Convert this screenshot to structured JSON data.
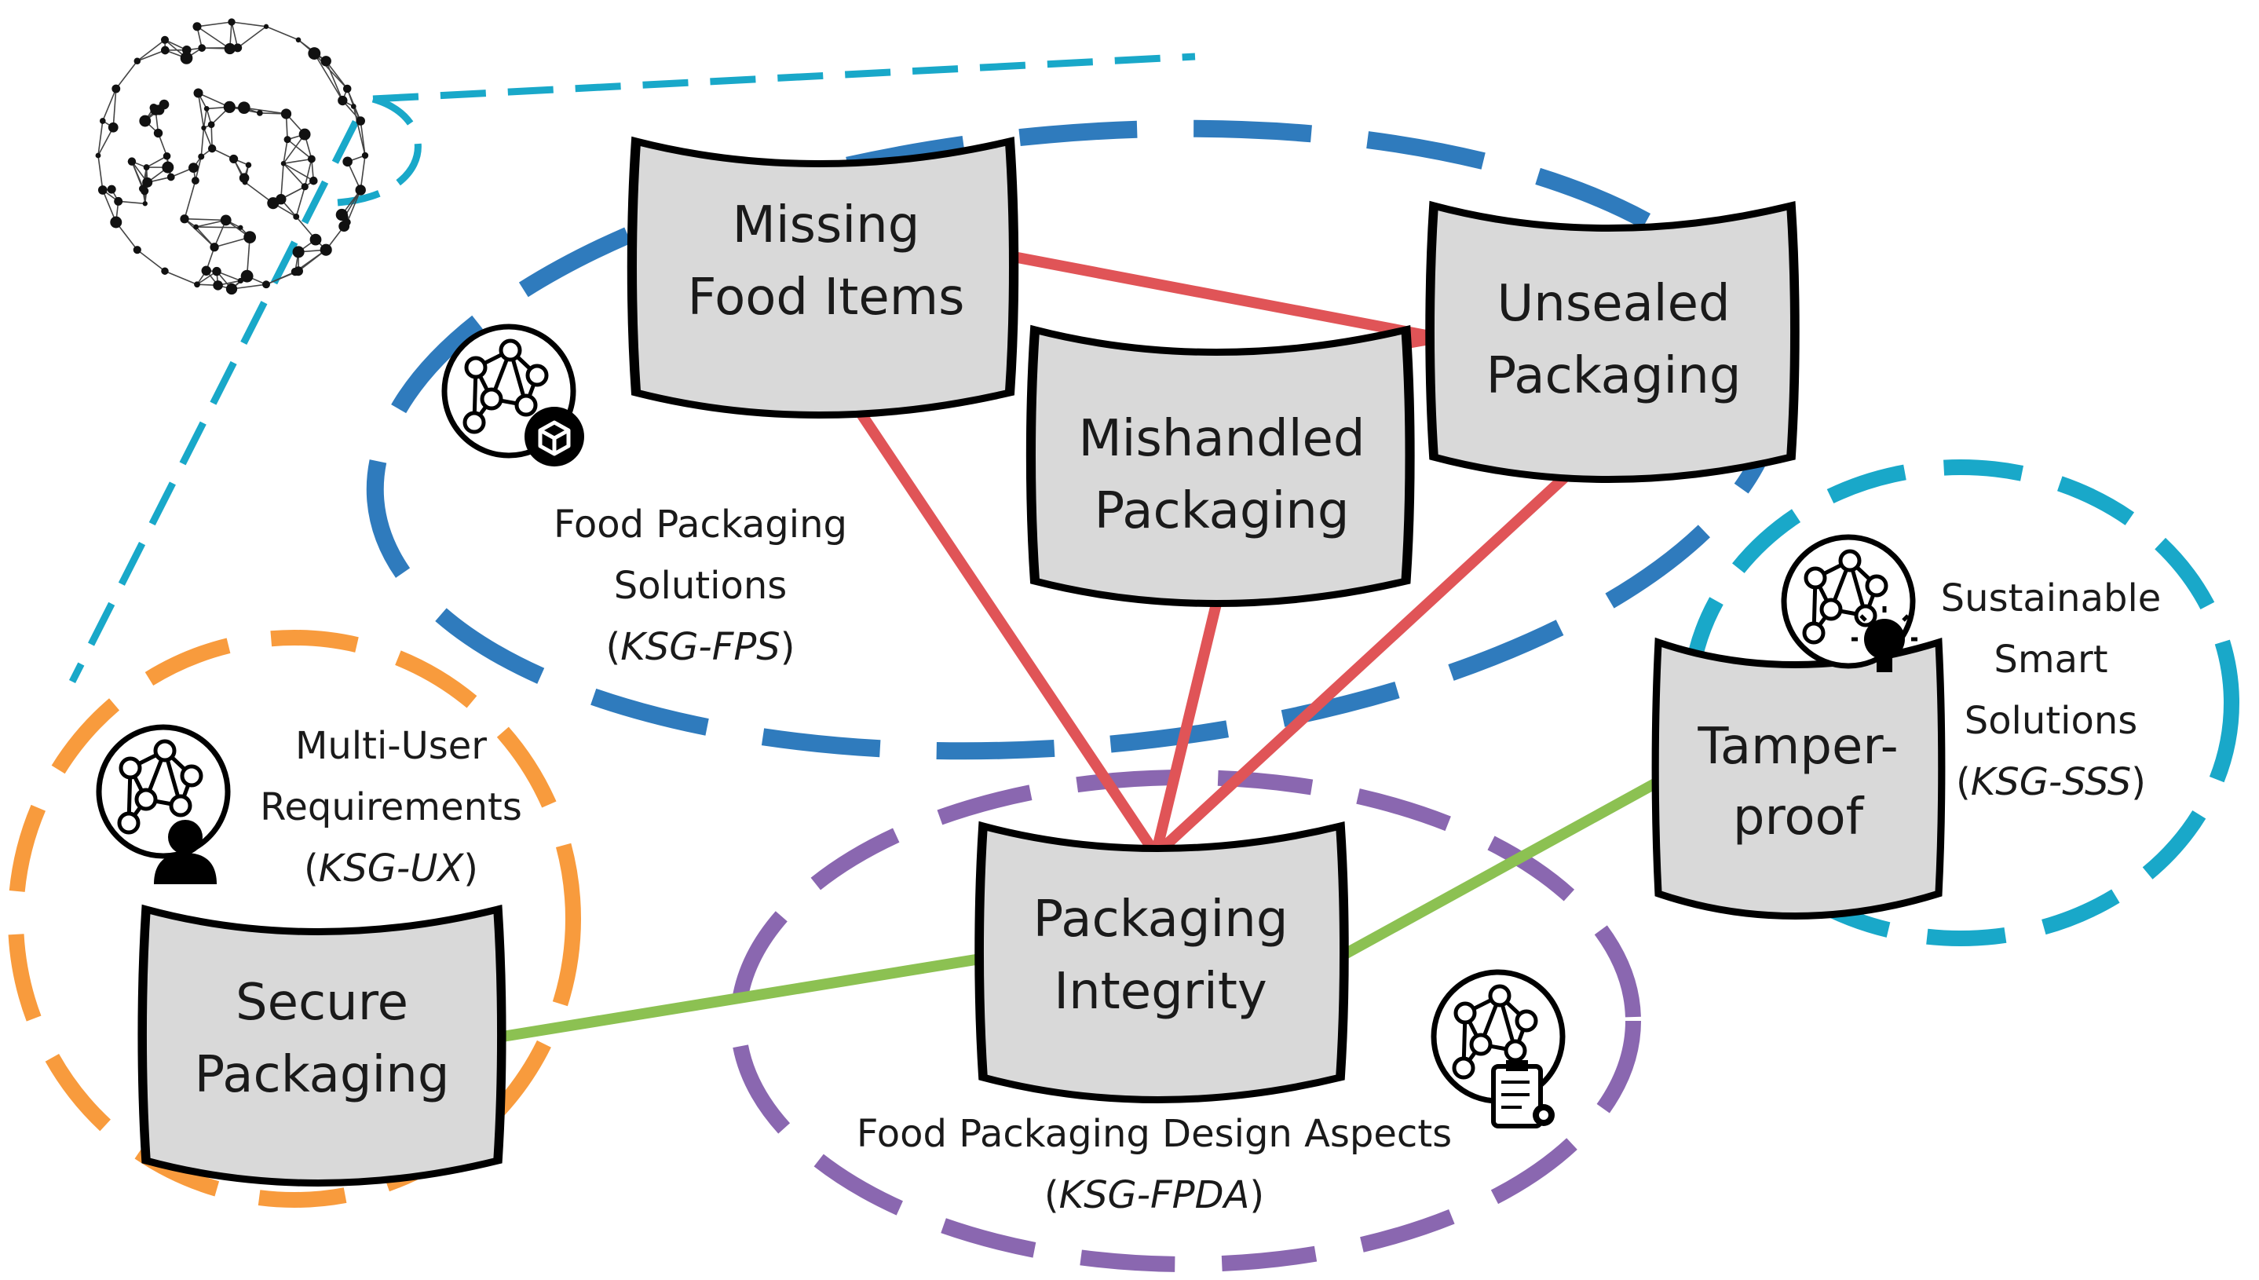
{
  "colors": {
    "blue": "#2f7bbd",
    "cyan": "#19a8c9",
    "orange": "#f89b3d",
    "purple": "#8a67b0",
    "red": "#e05457",
    "green": "#8cc152",
    "node_fill": "#d9d9d9",
    "node_stroke": "#000000"
  },
  "nodes": {
    "missing": {
      "line1": "Missing",
      "line2": "Food Items"
    },
    "unsealed": {
      "line1": "Unsealed",
      "line2": "Packaging"
    },
    "mishandled": {
      "line1": "Mishandled",
      "line2": "Packaging"
    },
    "integrity": {
      "line1": "Packaging",
      "line2": "Integrity"
    },
    "secure": {
      "line1": "Secure",
      "line2": "Packaging"
    },
    "tamper": {
      "line1": "Tamper-",
      "line2": "proof"
    }
  },
  "groups": {
    "fps": {
      "line1": "Food Packaging",
      "line2": "Solutions",
      "code": "KSG-FPS",
      "icon": "network-box-icon"
    },
    "ux": {
      "line1": "Multi-User",
      "line2": "Requirements",
      "code": "KSG-UX",
      "icon": "network-user-icon"
    },
    "fpda": {
      "line1": "Food Packaging Design Aspects",
      "code": "KSG-FPDA",
      "icon": "network-clipboard-icon"
    },
    "sss": {
      "line1": "Sustainable",
      "line2": "Smart",
      "line3": "Solutions",
      "code": "KSG-SSS",
      "icon": "network-bulb-icon"
    }
  },
  "icons": {
    "globe": "network-globe-icon"
  }
}
